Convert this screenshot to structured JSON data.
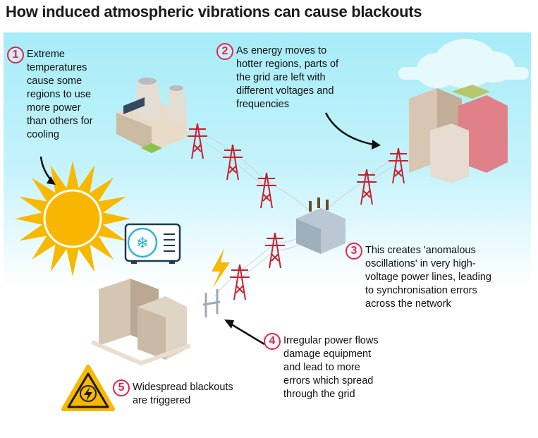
{
  "title": "How induced atmospheric vibrations can cause blackouts",
  "colors": {
    "accent": "#e8224a",
    "sky": "#a6ecf8",
    "sun": "#f7b800",
    "tower": "#c8202e"
  },
  "steps": [
    {
      "number": "1",
      "lines": [
        "Extreme",
        "temperatures",
        "cause some",
        "regions to use",
        "more power",
        "than others for",
        "cooling"
      ]
    },
    {
      "number": "2",
      "lines": [
        "As energy moves to",
        "hotter regions, parts of",
        "the grid are left with",
        "different voltages and",
        "frequencies"
      ]
    },
    {
      "number": "3",
      "lines": [
        "This creates 'anomalous",
        "oscillations' in very high-",
        "voltage power lines, leading",
        "to synchronisation errors",
        "across the network"
      ]
    },
    {
      "number": "4",
      "lines": [
        "Irregular power flows",
        "damage equipment",
        "and lead to more",
        "errors which spread",
        "through the grid"
      ]
    },
    {
      "number": "5",
      "lines": [
        "Widespread blackouts",
        "are triggered"
      ]
    }
  ]
}
